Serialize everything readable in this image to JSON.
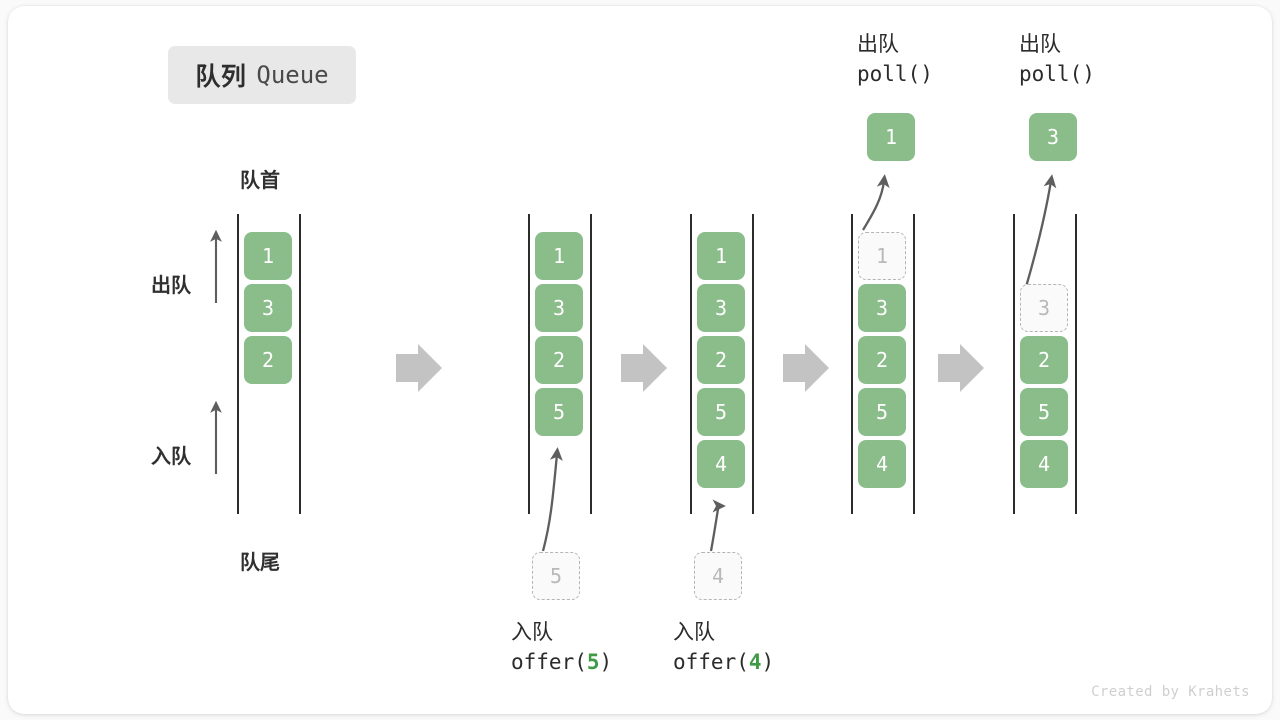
{
  "title": {
    "cn": "队列",
    "en": "Queue"
  },
  "labels": {
    "head": "队首",
    "tail": "队尾",
    "dequeue_side": "出队",
    "enqueue_side": "入队"
  },
  "colors": {
    "element_fill": "#8bbd8b",
    "element_text": "#ffffff",
    "ghost_border": "#b5b5b5",
    "ghost_text": "#b9b9b9",
    "rail": "#2c2c2c",
    "transition_arrow": "#c3c3c3",
    "accent_arg": "#3f9a45",
    "badge_bg": "#e8e8e8",
    "card_bg": "#ffffff",
    "page_bg": "#fafafa"
  },
  "columns": [
    {
      "id": "state-initial",
      "slots": [
        {
          "value": "1",
          "state": "filled"
        },
        {
          "value": "3",
          "state": "filled"
        },
        {
          "value": "2",
          "state": "filled"
        },
        {
          "value": "",
          "state": "empty"
        },
        {
          "value": "",
          "state": "empty"
        }
      ]
    },
    {
      "id": "state-after-offer-5",
      "slots": [
        {
          "value": "1",
          "state": "filled"
        },
        {
          "value": "3",
          "state": "filled"
        },
        {
          "value": "2",
          "state": "filled"
        },
        {
          "value": "5",
          "state": "filled"
        },
        {
          "value": "",
          "state": "empty"
        }
      ]
    },
    {
      "id": "state-after-offer-4",
      "slots": [
        {
          "value": "1",
          "state": "filled"
        },
        {
          "value": "3",
          "state": "filled"
        },
        {
          "value": "2",
          "state": "filled"
        },
        {
          "value": "5",
          "state": "filled"
        },
        {
          "value": "4",
          "state": "filled"
        }
      ]
    },
    {
      "id": "state-after-poll-1",
      "slots": [
        {
          "value": "1",
          "state": "ghost"
        },
        {
          "value": "3",
          "state": "filled"
        },
        {
          "value": "2",
          "state": "filled"
        },
        {
          "value": "5",
          "state": "filled"
        },
        {
          "value": "4",
          "state": "filled"
        }
      ]
    },
    {
      "id": "state-after-poll-3",
      "slots": [
        {
          "value": "",
          "state": "empty"
        },
        {
          "value": "3",
          "state": "ghost"
        },
        {
          "value": "2",
          "state": "filled"
        },
        {
          "value": "5",
          "state": "filled"
        },
        {
          "value": "4",
          "state": "filled"
        }
      ]
    }
  ],
  "incoming": [
    {
      "id": "incoming-5",
      "value": "5",
      "caption_cn": "入队",
      "caption_fn": "offer(",
      "caption_arg": "5",
      "caption_close": ")"
    },
    {
      "id": "incoming-4",
      "value": "4",
      "caption_cn": "入队",
      "caption_fn": "offer(",
      "caption_arg": "4",
      "caption_close": ")"
    }
  ],
  "outgoing": [
    {
      "id": "outgoing-1",
      "value": "1",
      "caption_cn": "出队",
      "caption_fn": "poll()"
    },
    {
      "id": "outgoing-3",
      "value": "3",
      "caption_cn": "出队",
      "caption_fn": "poll()"
    }
  ],
  "watermark": "Created by Krahets"
}
